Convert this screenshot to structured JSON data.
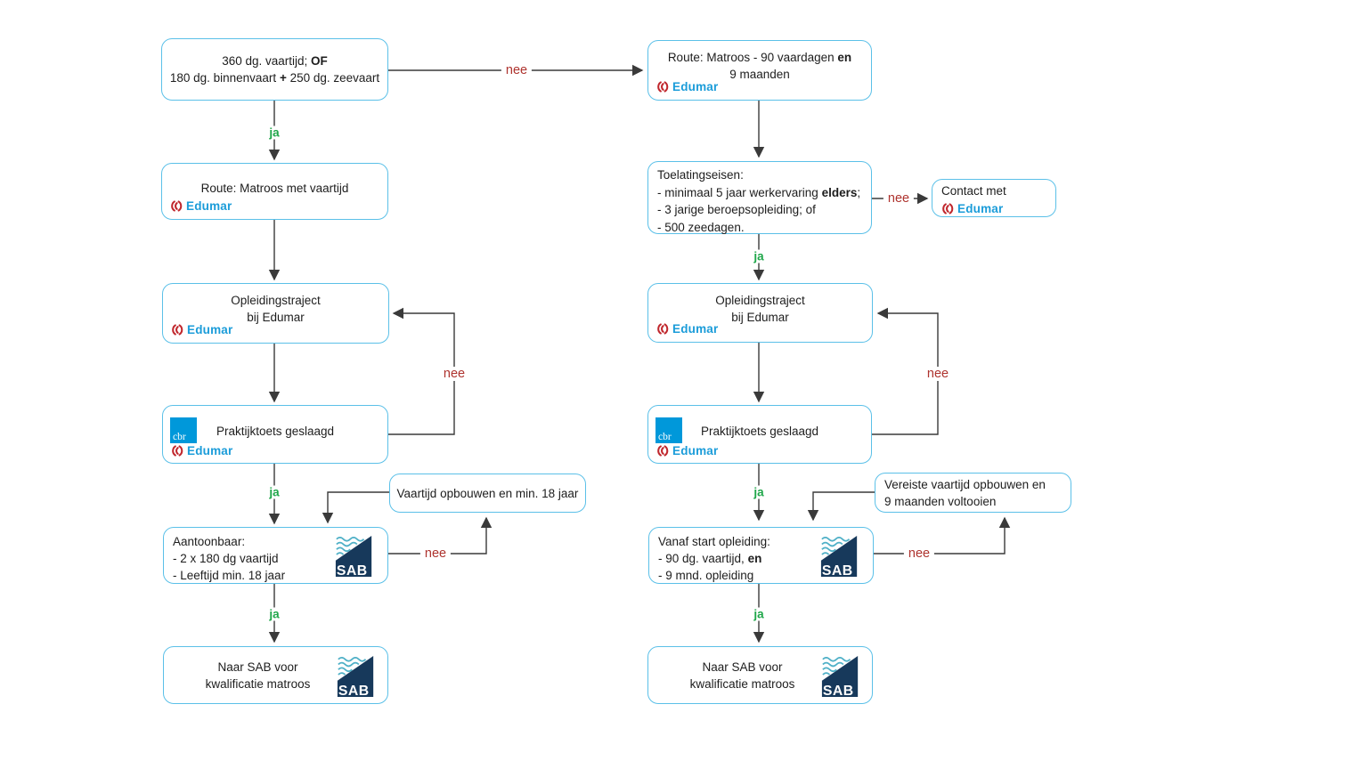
{
  "colors": {
    "border": "#5bc0e8",
    "line": "#3a3a3a",
    "text": "#1d1d1d",
    "ja": "#1fa74a",
    "nee": "#ae332e",
    "edublue": "#1b9cd9",
    "edured": "#c0272d",
    "cbrblue": "#0098da",
    "sabnavy": "#17395b",
    "sabteal": "#4fb0c7"
  },
  "labels": {
    "ja": "ja",
    "nee": "nee"
  },
  "logos": {
    "edumar": "Edumar",
    "cbr": "cbr",
    "sab": "SAB"
  },
  "nodes": {
    "start_left": {
      "l1a": "360 dg. vaartijd; ",
      "l1b": "OF",
      "l2a": "180 dg. binnenvaart ",
      "l2b": "+",
      "l2c": " 250 dg. zeevaart"
    },
    "route_right": {
      "l1a": "Route: Matroos - 90 vaardagen ",
      "l1b": "en",
      "l2": "9 maanden"
    },
    "route_left": {
      "l1": "Route: Matroos met vaartijd"
    },
    "toelatingseisen": {
      "l1": "Toelatingseisen:",
      "l2a": "- minimaal 5 jaar werkervaring ",
      "l2b": "elders",
      "l2c": ";",
      "l3": "- 3 jarige beroepsopleiding; of",
      "l4": "- 500 zeedagen."
    },
    "contact": {
      "l1": "Contact met"
    },
    "opleidingstraject": {
      "l1": "Opleidingstraject",
      "l2": "bij Edumar"
    },
    "praktijktoets": {
      "l1": "Praktijktoets geslaagd"
    },
    "vaartijd_opbouwen": {
      "l1": "Vaartijd opbouwen en min. 18 jaar"
    },
    "vereiste_vaartijd": {
      "l1": "Vereiste vaartijd opbouwen en",
      "l2": "9 maanden voltooien"
    },
    "aantoonbaar": {
      "l1": "Aantoonbaar:",
      "l2": "- 2 x 180 dg vaartijd",
      "l3": "- Leeftijd min. 18 jaar"
    },
    "vanaf_start": {
      "l1": "Vanaf start opleiding:",
      "l2a": "- 90 dg. vaartijd, ",
      "l2b": "en",
      "l3": "- 9 mnd. opleiding"
    },
    "naar_sab": {
      "l1": "Naar SAB voor",
      "l2": "kwalificatie matroos"
    }
  }
}
